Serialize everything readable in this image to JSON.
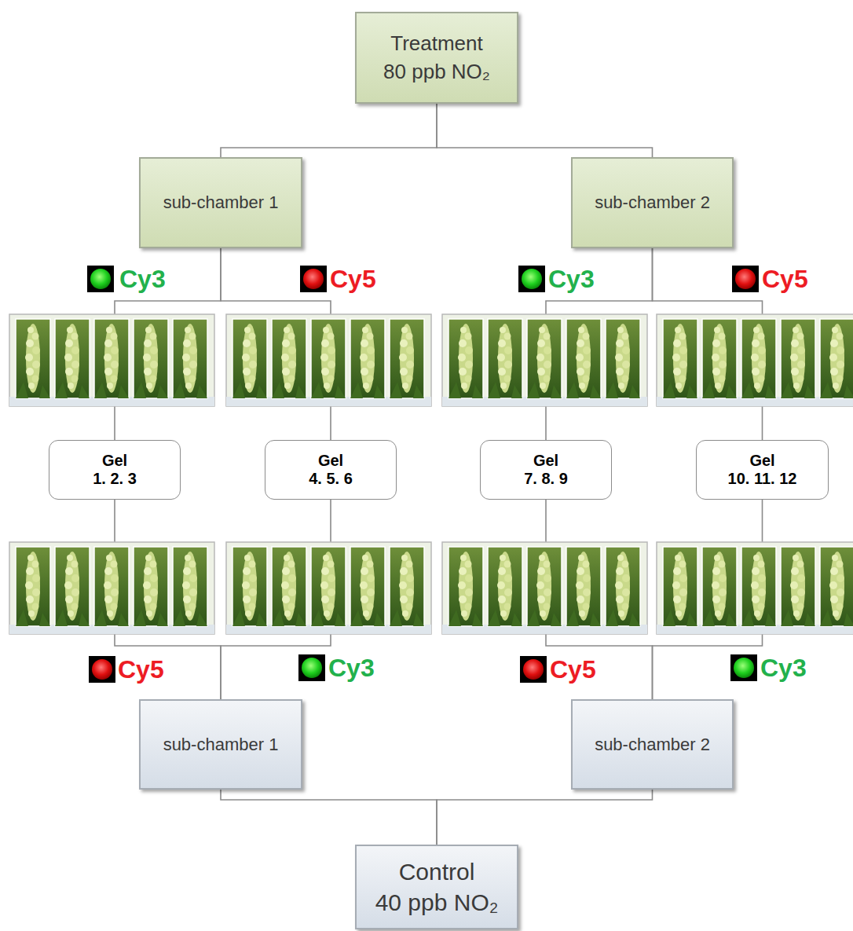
{
  "diagram": {
    "nodes": [
      {
        "text": [
          "Treatment",
          "80 ppb NO₂"
        ]
      },
      {
        "text": [
          "sub-chamber 1"
        ]
      },
      {
        "text": [
          "sub-chamber 2"
        ]
      },
      {
        "text": [
          "Gel",
          "1. 2. 3"
        ]
      },
      {
        "text": [
          "Gel",
          "4. 5. 6"
        ]
      },
      {
        "text": [
          "Gel",
          "7. 8. 9"
        ]
      },
      {
        "text": [
          "Gel",
          "10. 11. 12"
        ]
      },
      {
        "text": [
          "sub-chamber 1"
        ]
      },
      {
        "text": [
          "sub-chamber 2"
        ]
      },
      {
        "text": [
          "Control",
          "40 ppb NO₂"
        ]
      }
    ],
    "edges": [
      {
        "from": 0,
        "to": 1,
        "arrow": "none"
      },
      {
        "from": 0,
        "to": 2,
        "arrow": "none"
      },
      {
        "from": 1,
        "to": 3,
        "arrow": "none"
      },
      {
        "from": 1,
        "to": 4,
        "arrow": "none"
      },
      {
        "from": 2,
        "to": 5,
        "arrow": "none"
      },
      {
        "from": 2,
        "to": 6,
        "arrow": "none"
      },
      {
        "from": 3,
        "to": 7,
        "arrow": "none"
      },
      {
        "from": 4,
        "to": 7,
        "arrow": "none"
      },
      {
        "from": 5,
        "to": 8,
        "arrow": "none"
      },
      {
        "from": 6,
        "to": 8,
        "arrow": "none"
      },
      {
        "from": 7,
        "to": 9,
        "arrow": "none"
      },
      {
        "from": 8,
        "to": 9,
        "arrow": "none"
      }
    ],
    "labels": [
      "Cy3",
      "Cy5",
      "Cy3",
      "Cy5",
      "Cy5",
      "Cy3",
      "Cy5",
      "Cy3"
    ]
  }
}
